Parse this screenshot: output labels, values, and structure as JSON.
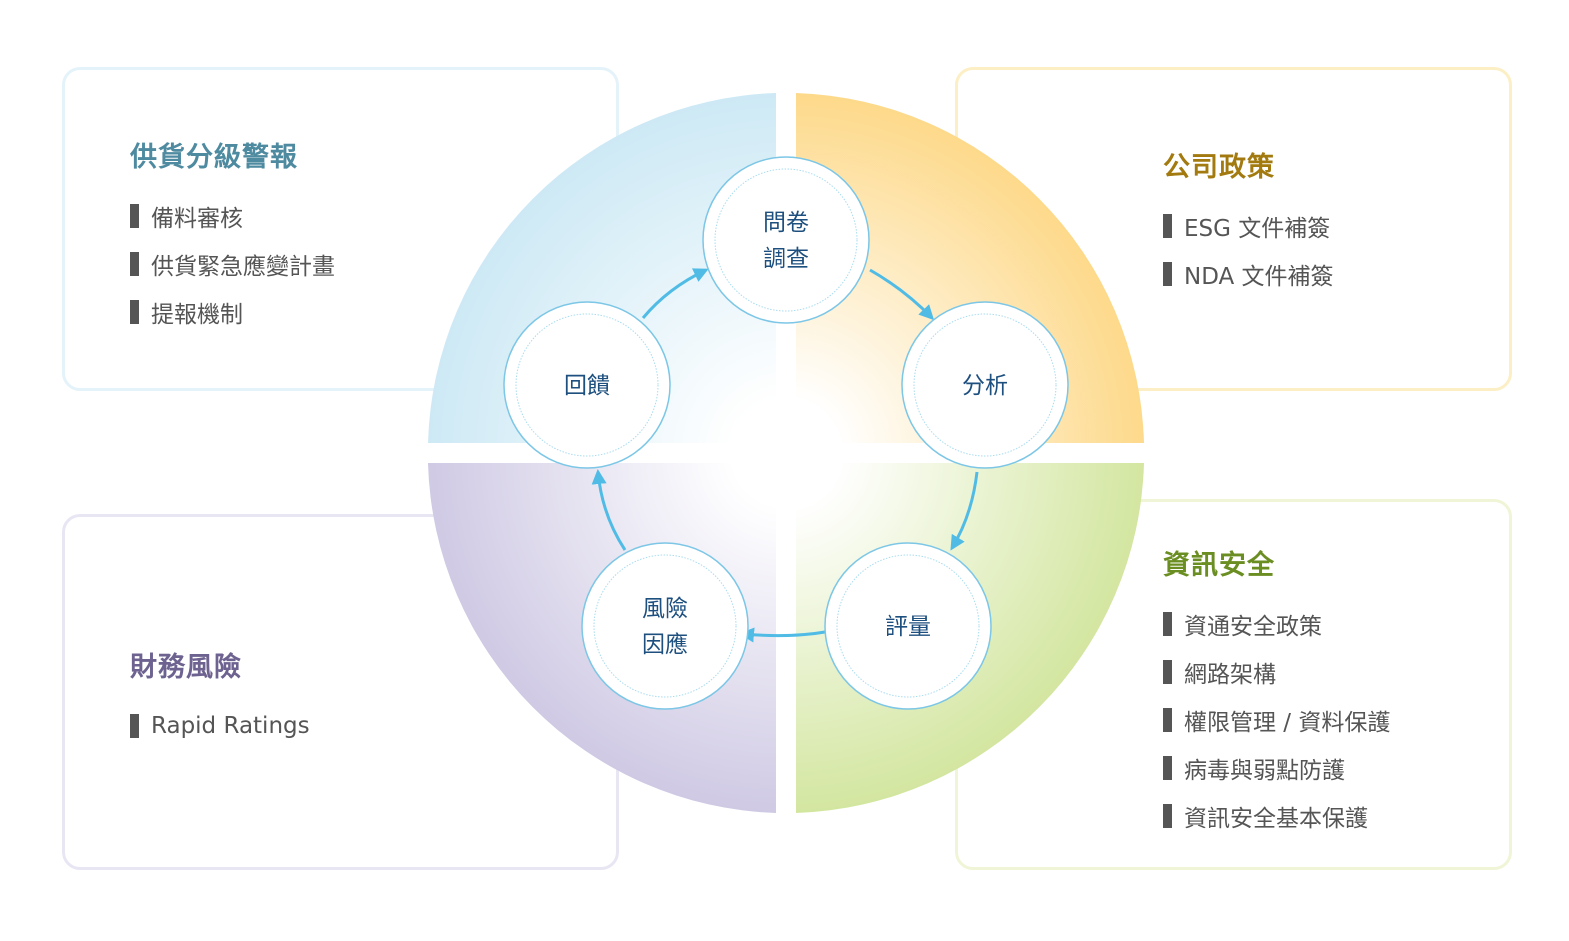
{
  "colors": {
    "blue": "#cde9f5",
    "orange": "#fddb8c",
    "purple": "#d2cde6",
    "green": "#d6e7a6",
    "node_stroke": "#7cc6e6",
    "arrow": "#50bce6",
    "node_text": "#1d4f7f"
  },
  "sections": {
    "supply_alert": {
      "title": "供貨分級警報",
      "title_color": "#4e8aa0",
      "items": [
        "備料審核",
        "供貨緊急應變計畫",
        "提報機制"
      ]
    },
    "company_policy": {
      "title": "公司政策",
      "title_color": "#a27a10",
      "items": [
        "ESG 文件補簽",
        "NDA 文件補簽"
      ]
    },
    "financial_risk": {
      "title": "財務風險",
      "title_color": "#6e6390",
      "items": [
        "Rapid Ratings"
      ]
    },
    "info_security": {
      "title": "資訊安全",
      "title_color": "#6b8e23",
      "items": [
        "資通安全政策",
        "網路架構",
        "權限管理 / 資料保護",
        "病毒與弱點防護",
        "資訊安全基本保護"
      ]
    }
  },
  "cycle": {
    "nodes": [
      {
        "id": "survey",
        "lines": [
          "問卷",
          "調查"
        ]
      },
      {
        "id": "analysis",
        "lines": [
          "分析"
        ]
      },
      {
        "id": "assessment",
        "lines": [
          "評量"
        ]
      },
      {
        "id": "risk_response",
        "lines": [
          "風險",
          "因應"
        ]
      },
      {
        "id": "feedback",
        "lines": [
          "回饋"
        ]
      }
    ]
  }
}
